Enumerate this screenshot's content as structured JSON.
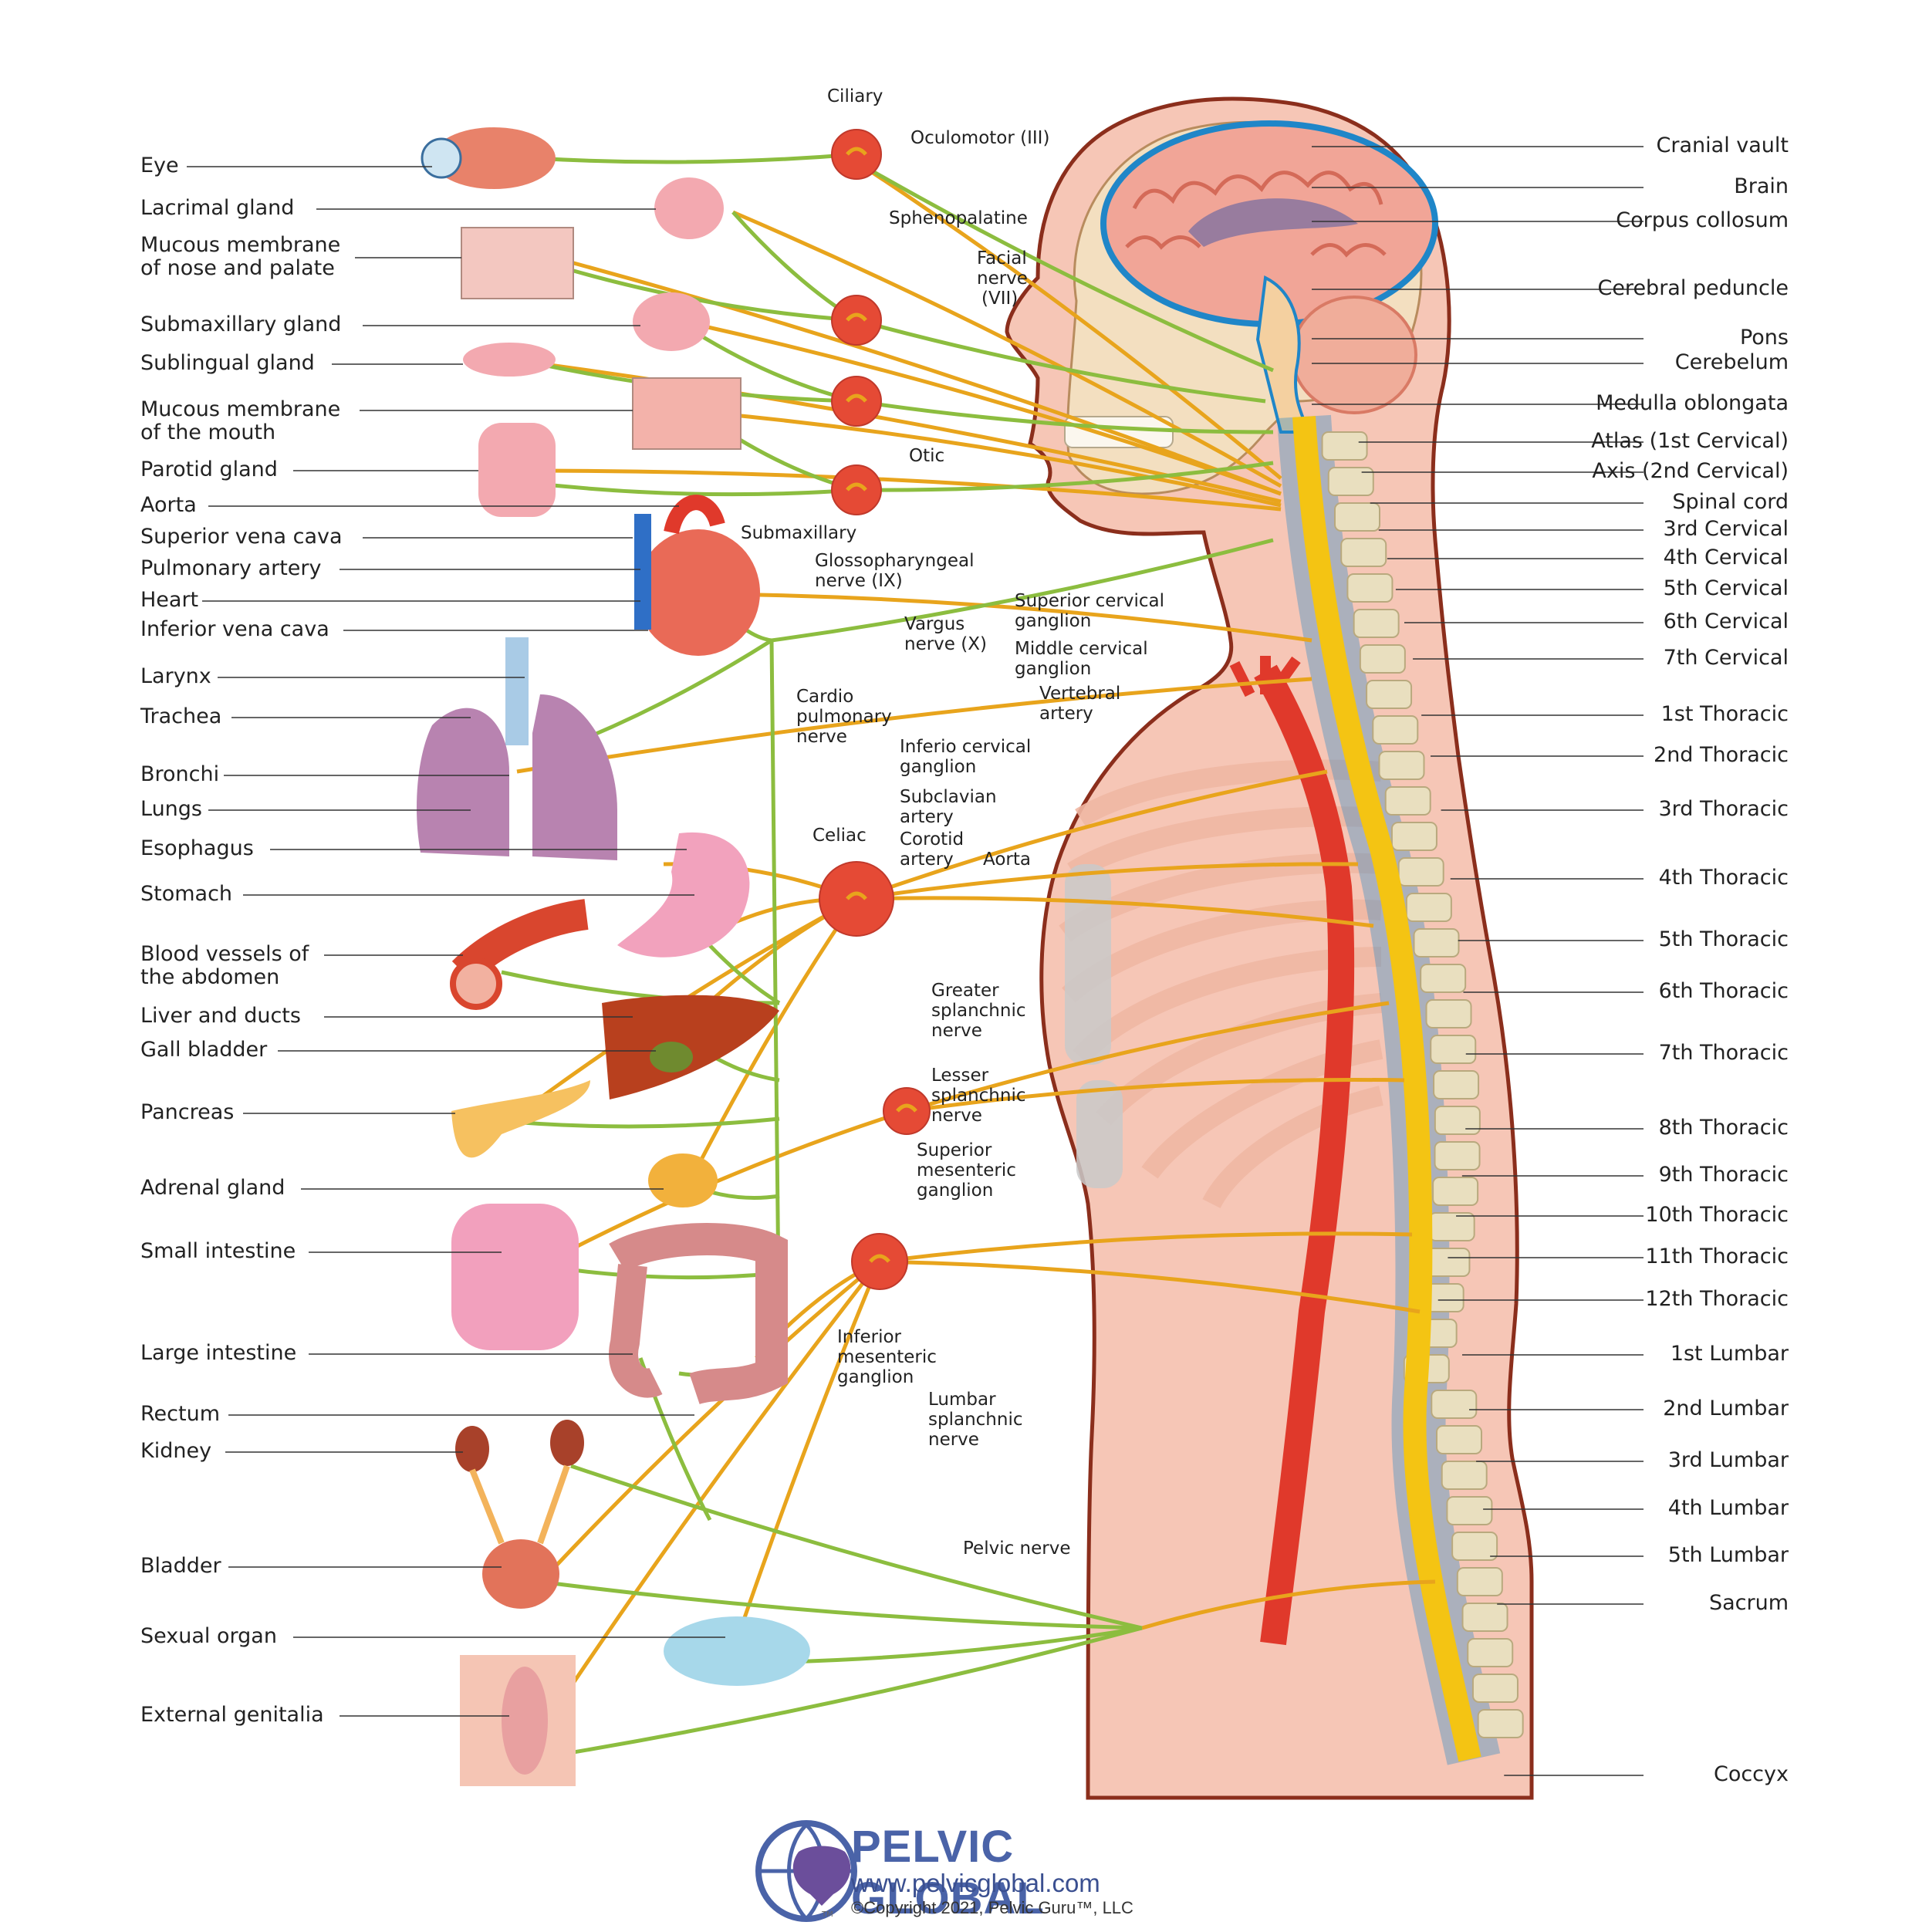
{
  "colors": {
    "parasympathetic": "#8cbd3f",
    "sympathetic": "#e8a41c",
    "ganglion": "#e54a35",
    "skin": "#f6c6b6",
    "spinal_cord": "#f4c413",
    "vertebra": "#e9dfbf",
    "aorta": "#e0392b",
    "brain": "#f1a597",
    "csf": "#1f86c8",
    "outline": "#8b2e1c",
    "logo_blue": "#4a63a8"
  },
  "left_labels": [
    "Eye",
    "Lacrimal gland",
    "Mucous membrane",
    "of nose and palate",
    "Submaxillary gland",
    "Sublingual gland",
    "Mucous membrane",
    "of the mouth",
    "Parotid gland",
    "Aorta",
    "Superior vena cava",
    "Pulmonary artery",
    "Heart",
    "Inferior vena cava",
    "Larynx",
    "Trachea",
    "Bronchi",
    "Lungs",
    "Esophagus",
    "Stomach",
    "Blood vessels of",
    "the abdomen",
    "Liver and ducts",
    "Gall bladder",
    "Pancreas",
    "Adrenal gland",
    "Small intestine",
    "Large intestine",
    "Rectum",
    "Kidney",
    "Bladder",
    "Sexual organ",
    "External genitalia"
  ],
  "right_labels": [
    "Cranial vault",
    "Brain",
    "Corpus collosum",
    "Cerebral peduncle",
    "Pons",
    "Cerebelum",
    "Medulla oblongata",
    "Atlas (1st Cervical)",
    "Axis (2nd Cervical)",
    "Spinal cord",
    "3rd Cervical",
    "4th Cervical",
    "5th Cervical",
    "6th Cervical",
    "7th Cervical",
    "1st Thoracic",
    "2nd Thoracic",
    "3rd Thoracic",
    "4th Thoracic",
    "5th Thoracic",
    "6th Thoracic",
    "7th Thoracic",
    "8th Thoracic",
    "9th Thoracic",
    "10th Thoracic",
    "11th Thoracic",
    "12th Thoracic",
    "1st Lumbar",
    "2nd Lumbar",
    "3rd Lumbar",
    "4th Lumbar",
    "5th Lumbar",
    "Sacrum",
    "Coccyx"
  ],
  "center_labels": {
    "ciliary": "Ciliary",
    "oculomotor": "Oculomotor (III)",
    "sphenopalatine": "Sphenopalatine",
    "facial_1": "Facial",
    "facial_2": "nerve",
    "facial_3": "(VII)",
    "otic": "Otic",
    "submaxillary": "Submaxillary",
    "glosso_1": "Glossopharyngeal",
    "glosso_2": "nerve (IX)",
    "vargus_1": "Vargus",
    "vargus_2": "nerve (X)",
    "sup_cerv_1": "Superior cervical",
    "sup_cerv_2": "ganglion",
    "mid_cerv_1": "Middle cervical",
    "mid_cerv_2": "ganglion",
    "vertebral_1": "Vertebral",
    "vertebral_2": "artery",
    "cardio_1": "Cardio",
    "cardio_2": "pulmonary",
    "cardio_3": "nerve",
    "inferio_1": "Inferio cervical",
    "inferio_2": "ganglion",
    "subclavian_1": "Subclavian",
    "subclavian_2": "artery",
    "corotid_1": "Corotid",
    "corotid_2": "artery",
    "celiac": "Celiac",
    "aorta": "Aorta",
    "greater_1": "Greater",
    "greater_2": "splanchnic",
    "greater_3": "nerve",
    "lesser_1": "Lesser",
    "lesser_2": "splanchnic",
    "lesser_3": "nerve",
    "supmes_1": "Superior",
    "supmes_2": "mesenteric",
    "supmes_3": "ganglion",
    "infmes_1": "Inferior",
    "infmes_2": "mesenteric",
    "infmes_3": "ganglion",
    "lumbar_1": "Lumbar",
    "lumbar_2": "splanchnic",
    "lumbar_3": "nerve",
    "pelvic": "Pelvic nerve"
  },
  "logo": {
    "title": "PELVIC GLOBAL",
    "url": "www.pelvicglobal.com",
    "copyright": "©Copyright 2021, Pelvic Guru™, LLC",
    "tm": "TM"
  }
}
